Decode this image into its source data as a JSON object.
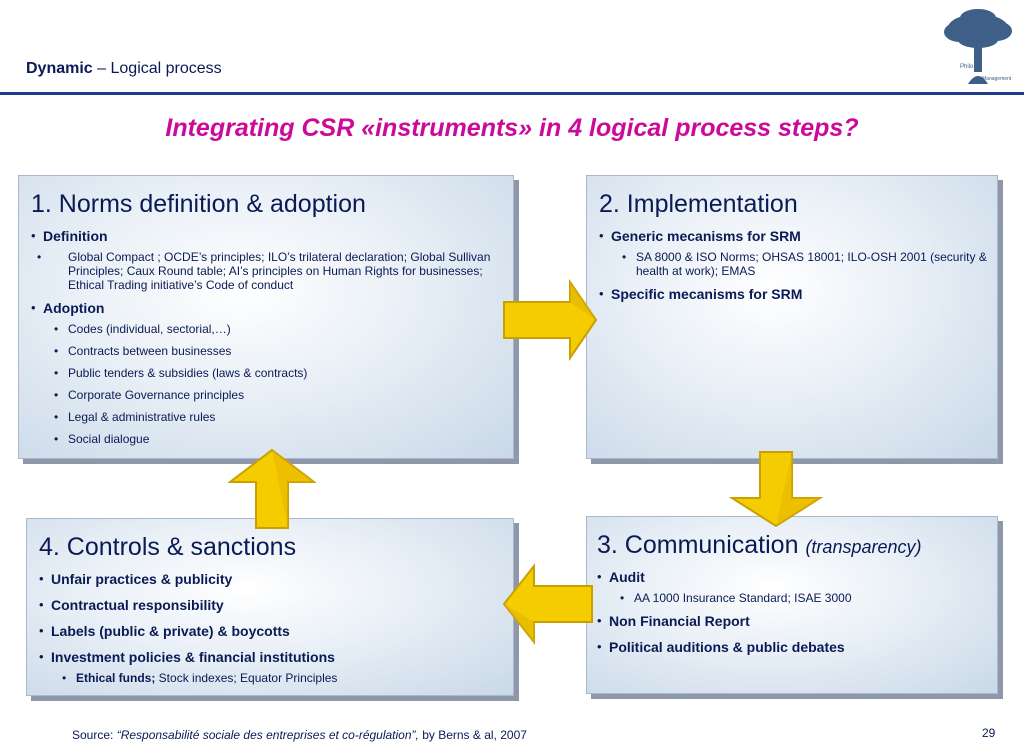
{
  "header": {
    "title_bold": "Dynamic",
    "title_rest": " – Logical process",
    "logo_text_1": "Philo",
    "logo_text_2": "Management"
  },
  "main_title": "Integrating CSR «instruments» in 4 logical process steps?",
  "boxes": {
    "norms": {
      "title": "1. Norms definition & adoption",
      "items": [
        {
          "label": "Definition",
          "sub": [
            "Global Compact ; OCDE’s principles; ILO’s trilateral declaration; Global Sullivan Principles; Caux Round table; AI’s principles on Human Rights for businesses; Ethical Trading initiative’s Code of conduct"
          ]
        },
        {
          "label": "Adoption",
          "sub": [
            "Codes (individual, sectorial,…)",
            "Contracts between businesses",
            "Public tenders & subsidies (laws & contracts)",
            "Corporate Governance principles",
            "Legal & administrative rules",
            "Social dialogue"
          ]
        }
      ]
    },
    "implementation": {
      "title": "2. Implementation",
      "items": [
        {
          "label": "Generic mecanisms for SRM",
          "sub": [
            "SA 8000 & ISO Norms; OHSAS 18001; ILO-OSH 2001 (security & health at work); EMAS"
          ]
        },
        {
          "label": "Specific mecanisms for SRM",
          "sub": []
        }
      ]
    },
    "communication": {
      "title": "3. Communication",
      "title_italic": "(transparency)",
      "items": [
        {
          "label": "Audit",
          "sub": [
            "AA 1000 Insurance Standard; ISAE 3000"
          ]
        },
        {
          "label": "Non Financial Report",
          "sub": []
        },
        {
          "label": "Political auditions & public debates",
          "sub": []
        }
      ]
    },
    "controls": {
      "title": "4. Controls & sanctions",
      "items": [
        {
          "label": "Unfair practices & publicity",
          "sub": []
        },
        {
          "label": "Contractual responsibility",
          "sub": []
        },
        {
          "label": "Labels (public & private) & boycotts",
          "sub": []
        },
        {
          "label": "Investment policies & financial institutions",
          "sub": []
        }
      ],
      "last_sub_bold": "Ethical funds;",
      "last_sub_rest": " Stock indexes; Equator Principles"
    }
  },
  "footer": {
    "source_label": "Source: ",
    "source_title": "“Responsabilité sociale des entreprises et co-régulation”,",
    "source_rest": " by Berns & al, 2007"
  },
  "page_number": "29",
  "colors": {
    "title_magenta": "#cc0a99",
    "navy": "#0a1a55",
    "arrow_fill": "#f5cc00",
    "arrow_stroke": "#c8a000"
  }
}
